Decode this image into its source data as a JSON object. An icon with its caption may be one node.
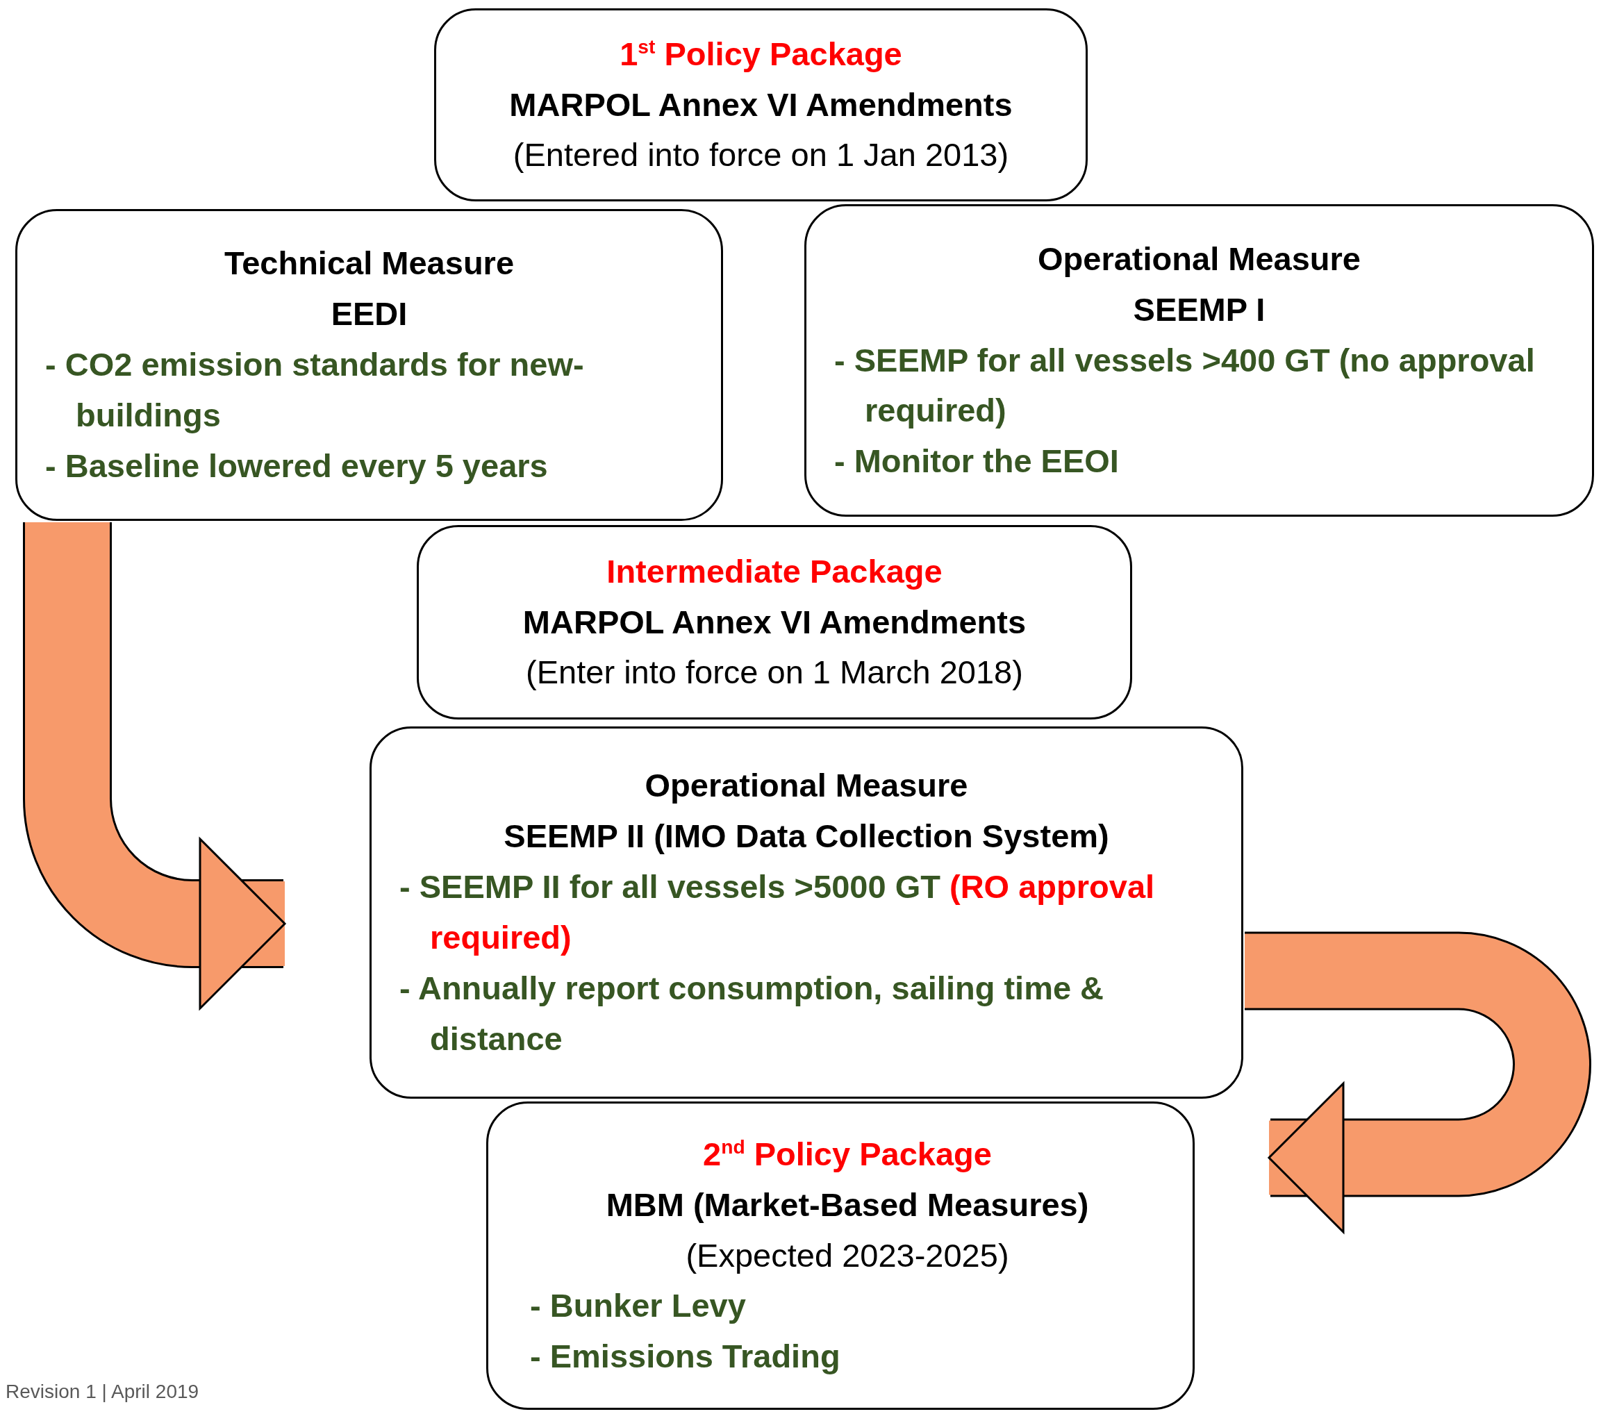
{
  "diagram": {
    "nodes": [
      {
        "text": [
          "1$^{st}$ Policy Package",
          "MARPOL Annex VI Amendments",
          "(Entered into force on 1 Jan 2013)"
        ]
      },
      {
        "text": [
          "Technical Measure",
          "EEDI",
          "- CO2 emission standards for new-buildings",
          "- Baseline lowered every 5 years"
        ]
      },
      {
        "text": [
          "Operational Measure",
          "SEEMP I",
          "- SEEMP for all vessels >400 GT (no approval required)",
          "- Monitor the EEOI"
        ]
      },
      {
        "text": [
          "Intermediate Package",
          "MARPOL Annex VI Amendments",
          "(Enter into force on 1 March 2018)"
        ]
      },
      {
        "text": [
          "Operational Measure",
          "SEEMP II (IMO Data Collection System)",
          "- SEEMP II for all vessels >5000 GT",
          "(RO approval required)",
          "- Annually report consumption, sailing time & distance"
        ]
      },
      {
        "text": [
          "2$^{nd}$ Policy Package",
          "MBM (Market-Based Measures)",
          "(Expected 2023-2025)",
          "- Bunker Levy",
          "- Emissions Trading"
        ]
      }
    ],
    "edges": [
      {
        "from": 1,
        "to": 4,
        "arrow": "to"
      },
      {
        "from": 4,
        "to": 5,
        "arrow": "to"
      }
    ],
    "labels": [
      "Revision 1 | April 2019"
    ]
  }
}
